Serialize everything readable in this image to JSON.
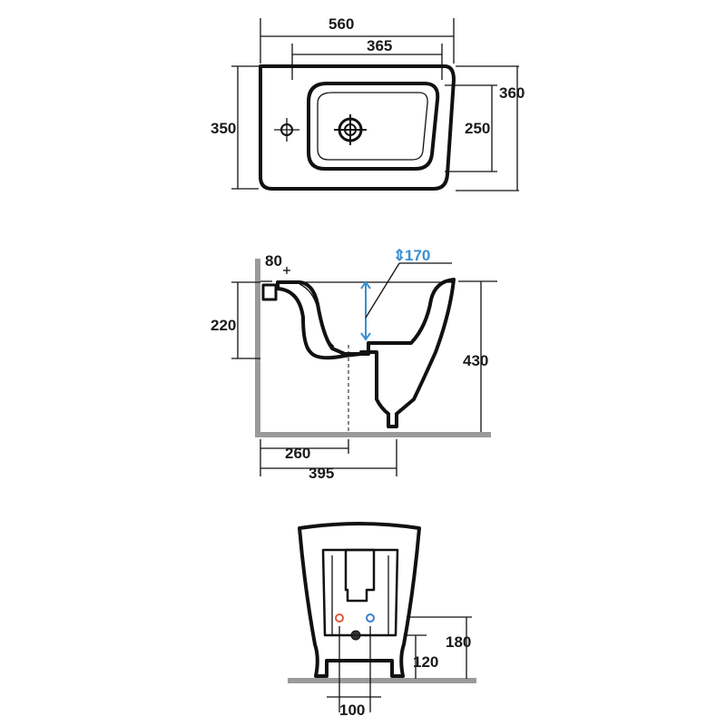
{
  "top_view": {
    "overall_width": "560",
    "bowl_width": "365",
    "overall_depth": "360",
    "body_depth": "350",
    "bowl_depth": "250"
  },
  "side_view": {
    "rim_to_outlet": "80",
    "rim_depth": "170",
    "tap_height": "220",
    "overall_height": "430",
    "drain_from_wall": "260",
    "foot_from_wall": "395"
  },
  "rear_view": {
    "supply_height": "180",
    "drain_height": "120",
    "supply_spacing": "100"
  },
  "colors": {
    "line": "#111111",
    "floor": "#9a9a9a",
    "accent_blue": "#3a8fd0",
    "hot_marker": "#e05a3a",
    "cold_marker": "#3a7fd0"
  }
}
